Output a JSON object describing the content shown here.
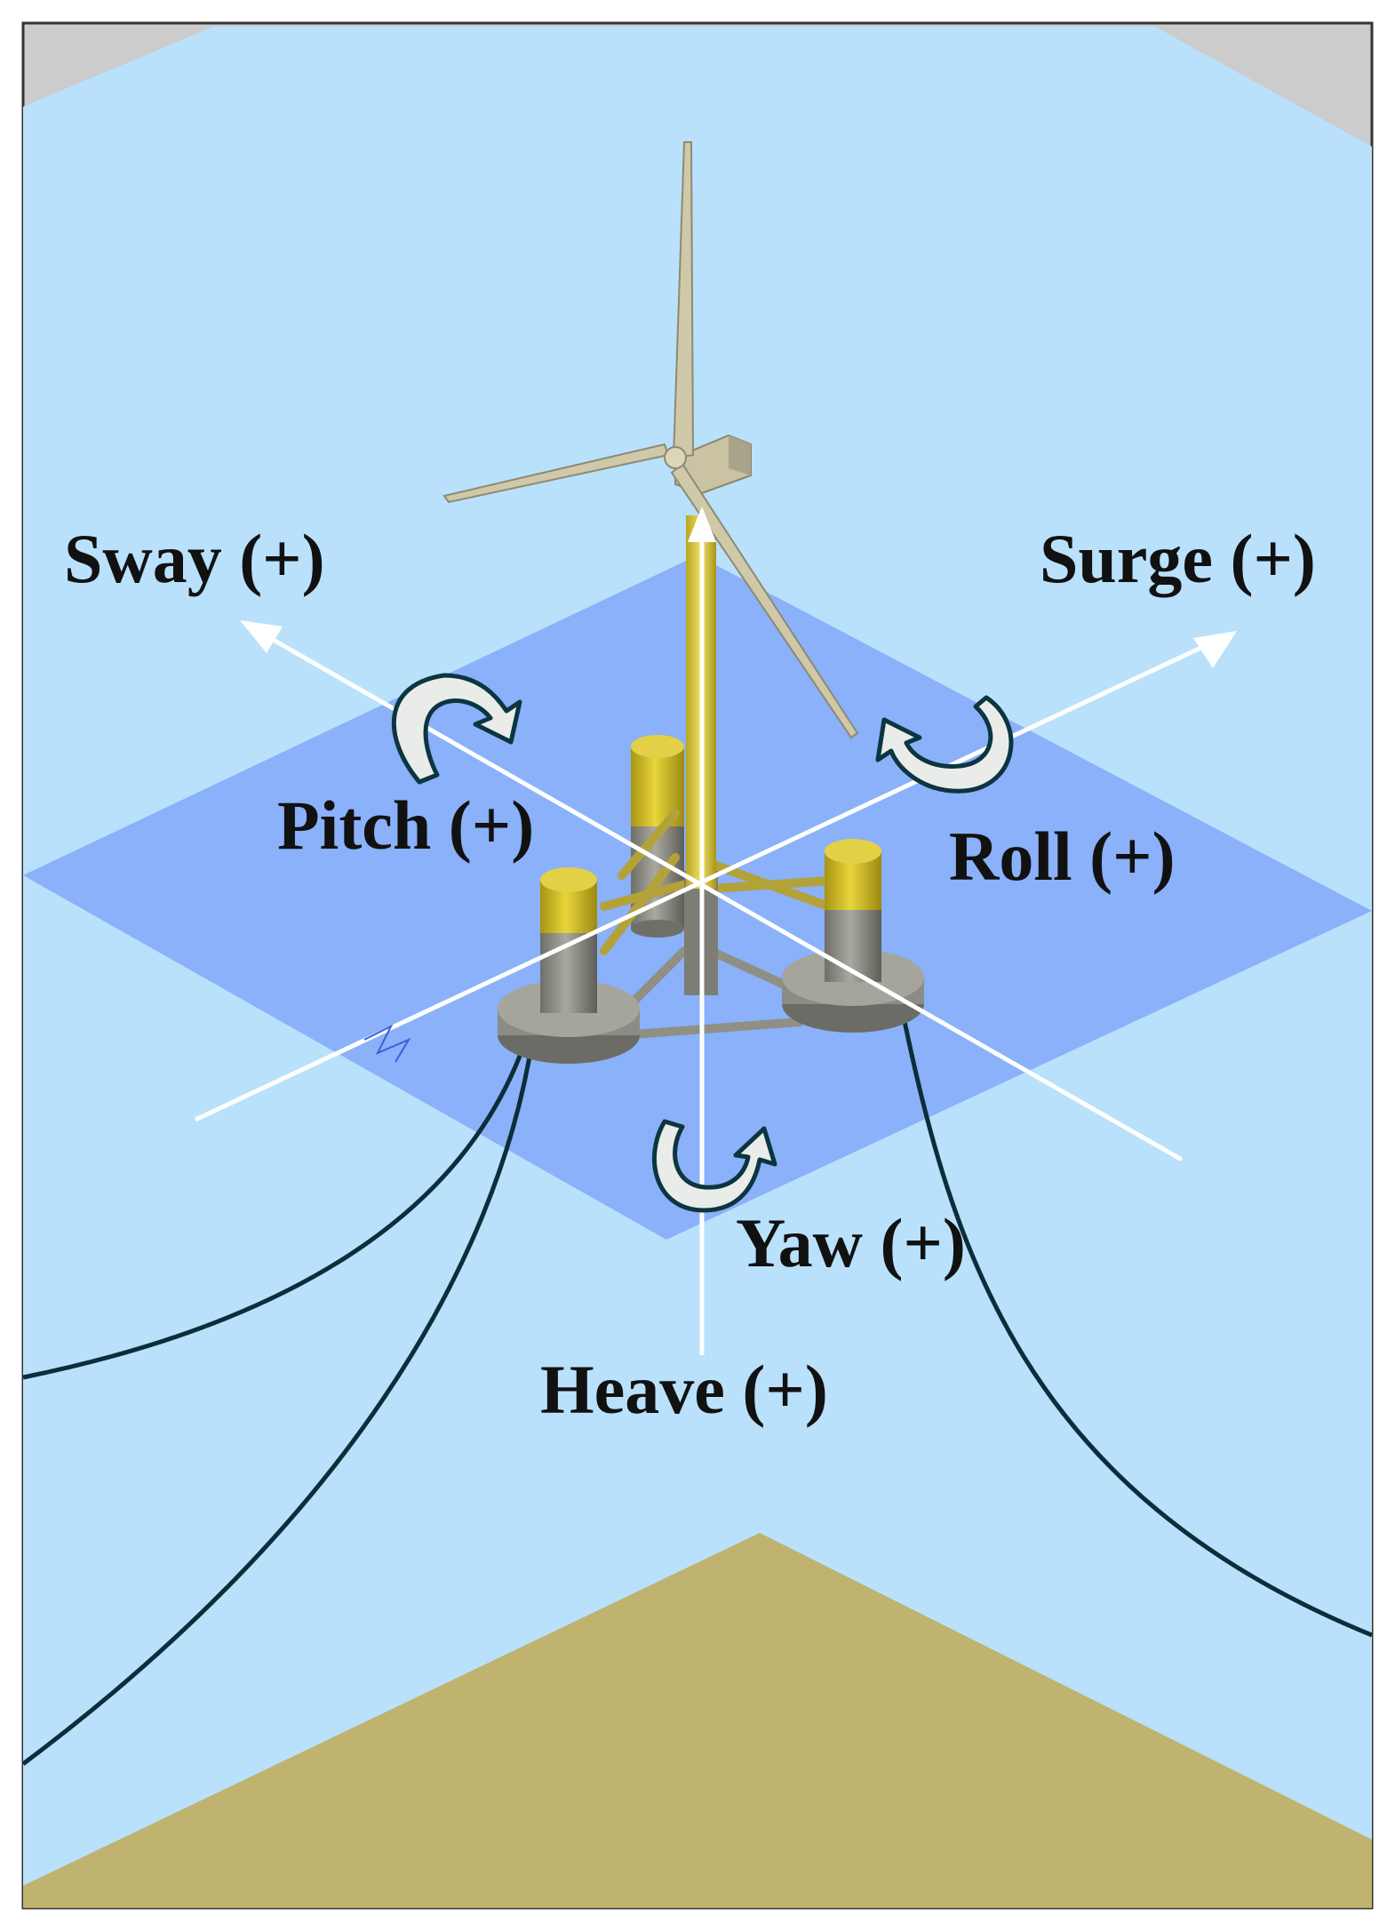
{
  "labels": {
    "sway": "Sway (+)",
    "surge": "Surge (+)",
    "pitch": "Pitch (+)",
    "roll": "Roll (+)",
    "yaw": "Yaw (+)",
    "heave": "Heave (+)"
  },
  "colors": {
    "water": "#b9e1fb",
    "water_plane": "#8ab1f9",
    "seabed": "#bfb36f",
    "frame_gray": "#cccccc",
    "tower_yellow": "#d6c12a",
    "column_gray": "#8c8c84",
    "mooring_line": "#0b2e3a",
    "axis_white": "#ffffff",
    "rotation_arrow_fill": "#e9ece8",
    "rotation_arrow_outline": "#0c3540",
    "blade": "#cfc9a9"
  },
  "icons": {
    "rotation_arrow": "curved-arrow-icon",
    "axis_arrow": "straight-arrow-icon"
  }
}
